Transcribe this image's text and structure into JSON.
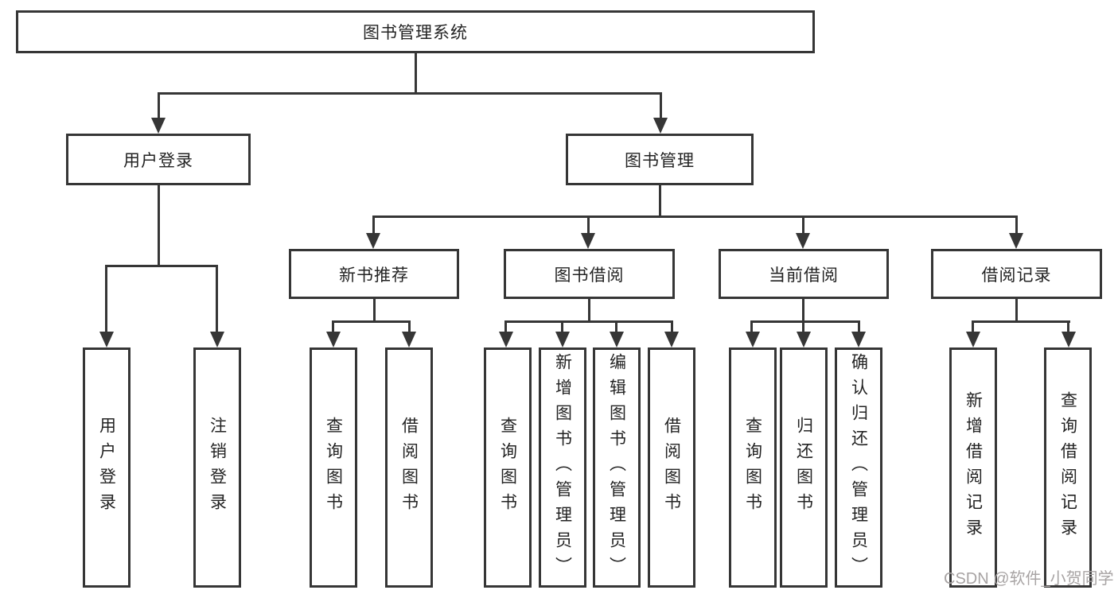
{
  "diagram": {
    "root": "图书管理系统",
    "branches": [
      {
        "label": "用户登录",
        "leaves": [
          "用户登录",
          "注销登录"
        ]
      },
      {
        "label": "图书管理",
        "children": [
          {
            "label": "新书推荐",
            "leaves": [
              "查询图书",
              "借阅图书"
            ]
          },
          {
            "label": "图书借阅",
            "leaves": [
              "查询图书",
              "新增图书（管理员）",
              "编辑图书（管理员）",
              "借阅图书"
            ]
          },
          {
            "label": "当前借阅",
            "leaves": [
              "查询图书",
              "归还图书",
              "确认归还（管理员）"
            ]
          },
          {
            "label": "借阅记录",
            "leaves": [
              "新增借阅记录",
              "查询借阅记录"
            ]
          }
        ]
      }
    ]
  },
  "watermark": {
    "text": "CSDN @软件_小贺同学"
  },
  "colors": {
    "line": "#363636",
    "box_border": "#363636",
    "box_fill": "#ffffff",
    "text": "#232323",
    "watermark": "#a8a4a4",
    "background": "#ffffff"
  }
}
